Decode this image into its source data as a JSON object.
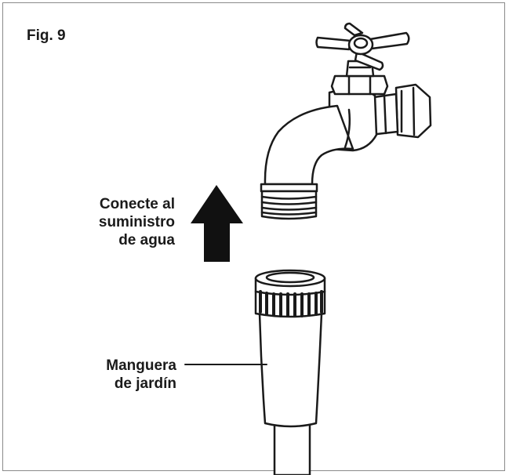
{
  "figure": {
    "label": "Fig. 9"
  },
  "labels": {
    "supply_line1": "Conecte al",
    "supply_line2": "suministro",
    "supply_line3": "de agua",
    "hose_line1": "Manguera",
    "hose_line2": "de jardín"
  },
  "colors": {
    "stroke": "#1a1a1a",
    "frame": "#8a8a8a",
    "fill": "#ffffff",
    "arrow": "#111111"
  },
  "icons": {
    "arrow": "up-arrow-icon",
    "faucet": "faucet-icon",
    "hose": "garden-hose-icon"
  }
}
